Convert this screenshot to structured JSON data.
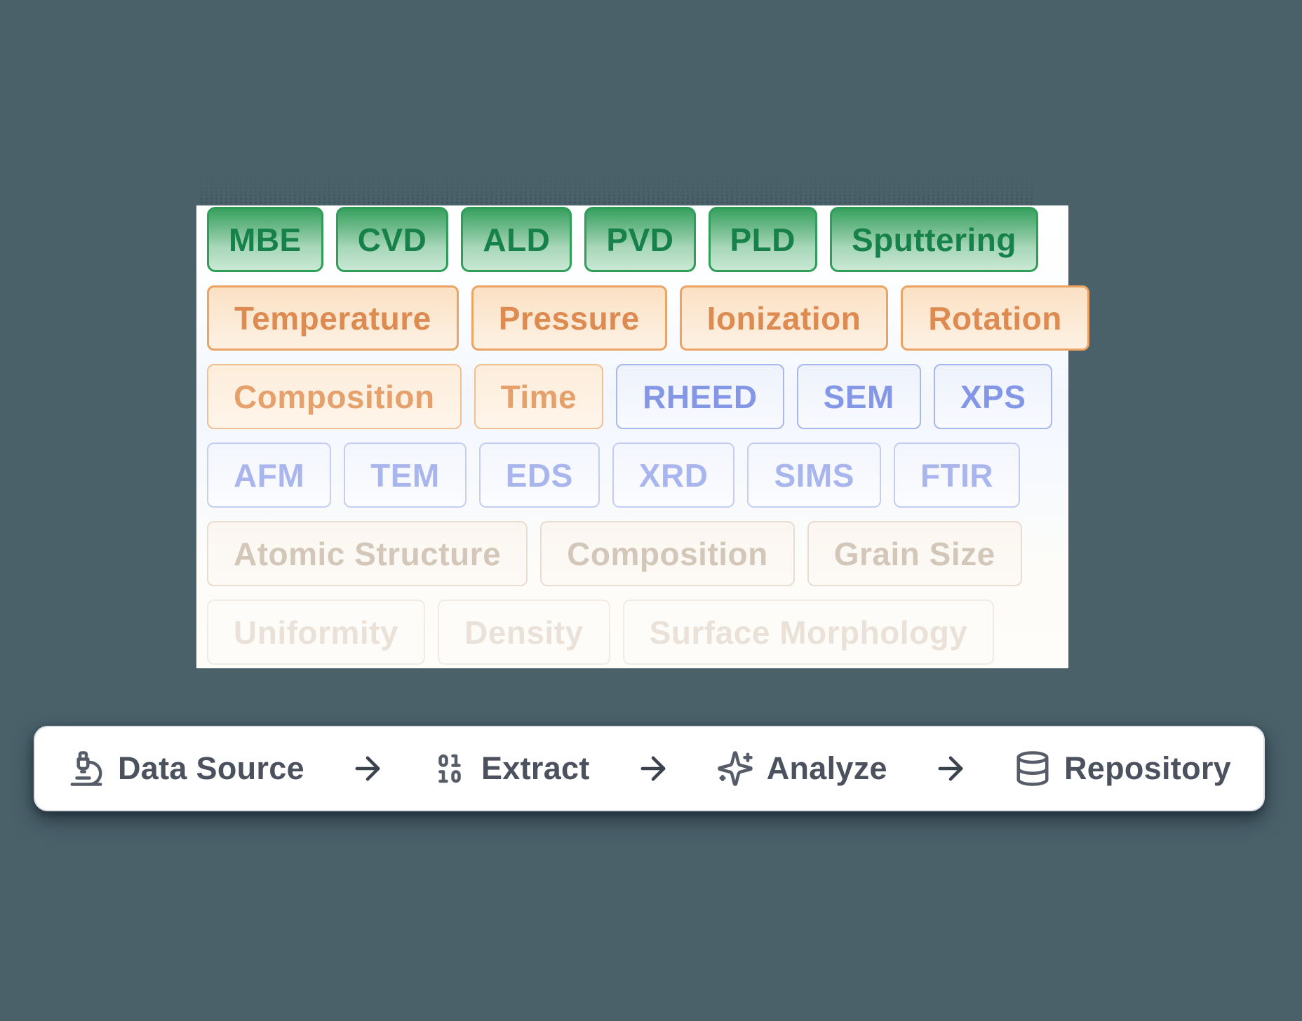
{
  "chip_board": {
    "rows": [
      [
        "MBE",
        "CVD",
        "ALD",
        "PVD",
        "PLD",
        "Sputtering"
      ],
      [
        "Temperature",
        "Pressure",
        "Ionization",
        "Rotation"
      ],
      [
        "Composition",
        "Time",
        "RHEED",
        "SEM",
        "XPS"
      ],
      [
        "AFM",
        "TEM",
        "EDS",
        "XRD",
        "SIMS",
        "FTIR"
      ],
      [
        "Atomic Structure",
        "Composition",
        "Grain Size"
      ],
      [
        "Uniformity",
        "Density",
        "Surface Morphology"
      ]
    ]
  },
  "pipeline": {
    "steps": [
      {
        "icon": "microscope-icon",
        "label": "Data Source"
      },
      {
        "icon": "binary-icon",
        "label": "Extract"
      },
      {
        "icon": "sparkles-icon",
        "label": "Analyze"
      },
      {
        "icon": "database-icon",
        "label": "Repository"
      }
    ]
  },
  "colors": {
    "background": "#4a616a",
    "card": "#ffffff",
    "green_border": "#2f9e58",
    "green_text": "#16814a",
    "orange_border": "#eba463",
    "orange_text": "#dd8b51",
    "blue_border": "#a9b7ee",
    "blue_text": "#8497e6",
    "bar_border": "#dcdfe6",
    "bar_text": "#4b525e"
  }
}
